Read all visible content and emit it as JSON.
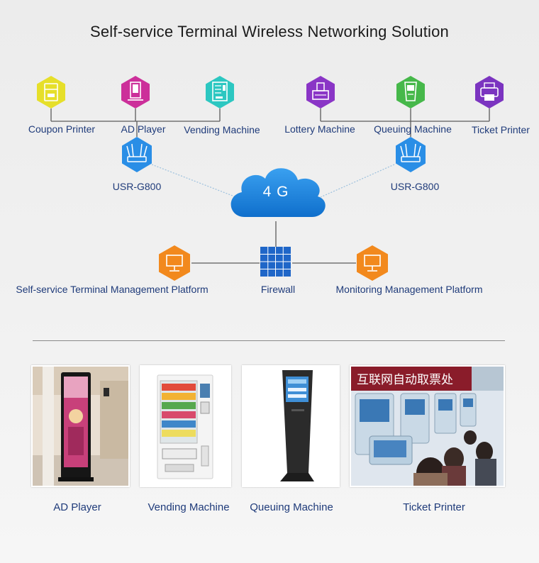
{
  "title": "Self-service Terminal Wireless Networking Solution",
  "devices_left": [
    {
      "label": "Coupon Printer",
      "icon": "coupon-printer-icon",
      "color": "#e6df2a"
    },
    {
      "label": "AD Player",
      "icon": "ad-player-icon",
      "color": "#cc2f9a"
    },
    {
      "label": "Vending Machine",
      "icon": "vending-machine-icon",
      "color": "#2cc7c1"
    }
  ],
  "devices_right": [
    {
      "label": "Lottery Machine",
      "icon": "lottery-machine-icon",
      "color": "#8a35c6"
    },
    {
      "label": "Queuing Machine",
      "icon": "queuing-machine-icon",
      "color": "#46b84a"
    },
    {
      "label": "Ticket Printer",
      "icon": "ticket-printer-icon",
      "color": "#7b34c0"
    }
  ],
  "routers": [
    {
      "label": "USR-G800",
      "icon": "router-icon",
      "color": "#2a8ee6"
    },
    {
      "label": "USR-G800",
      "icon": "router-icon",
      "color": "#2a8ee6"
    }
  ],
  "cloud": {
    "label": "4 G",
    "color": "#1a7fdc"
  },
  "firewall": {
    "label": "Firewall",
    "color": "#1f66c8"
  },
  "platforms": [
    {
      "label": "Self-service Terminal Management Platform",
      "icon": "monitor-icon",
      "color": "#f2891d"
    },
    {
      "label": "Monitoring Management Platform",
      "icon": "monitor-icon",
      "color": "#f2891d"
    }
  ],
  "photos": [
    {
      "caption": "AD Player"
    },
    {
      "caption": "Vending Machine"
    },
    {
      "caption": "Queuing Machine"
    },
    {
      "caption": "Ticket Printer"
    }
  ],
  "photo_sign_text": "互联网自动取票处"
}
